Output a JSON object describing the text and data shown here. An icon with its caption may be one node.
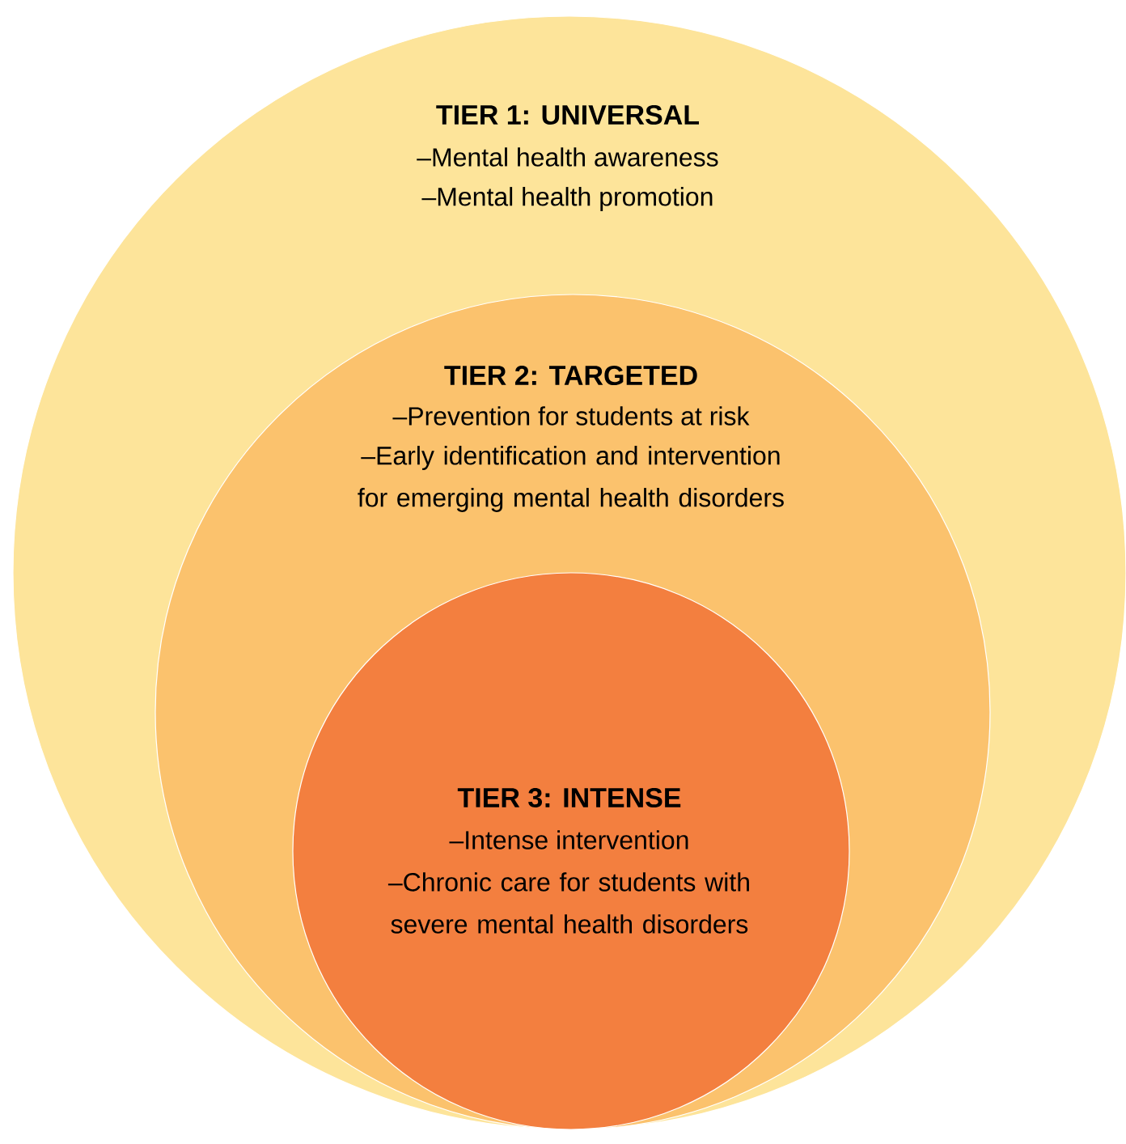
{
  "diagram": {
    "nodes": [
      {
        "text": [
          "TIER 1: UNIVERSAL",
          "–Mental health awareness",
          "–Mental health promotion"
        ]
      },
      {
        "text": [
          "TIER 2: TARGETED",
          "–Prevention for students at risk",
          "–Early identification and intervention for emerging mental health disorders"
        ],
        "in": 0
      },
      {
        "text": [
          "TIER 3: INTENSE",
          "–Intense intervention",
          "–Chronic care for students with severe mental health disorders"
        ],
        "in": 1
      }
    ]
  }
}
